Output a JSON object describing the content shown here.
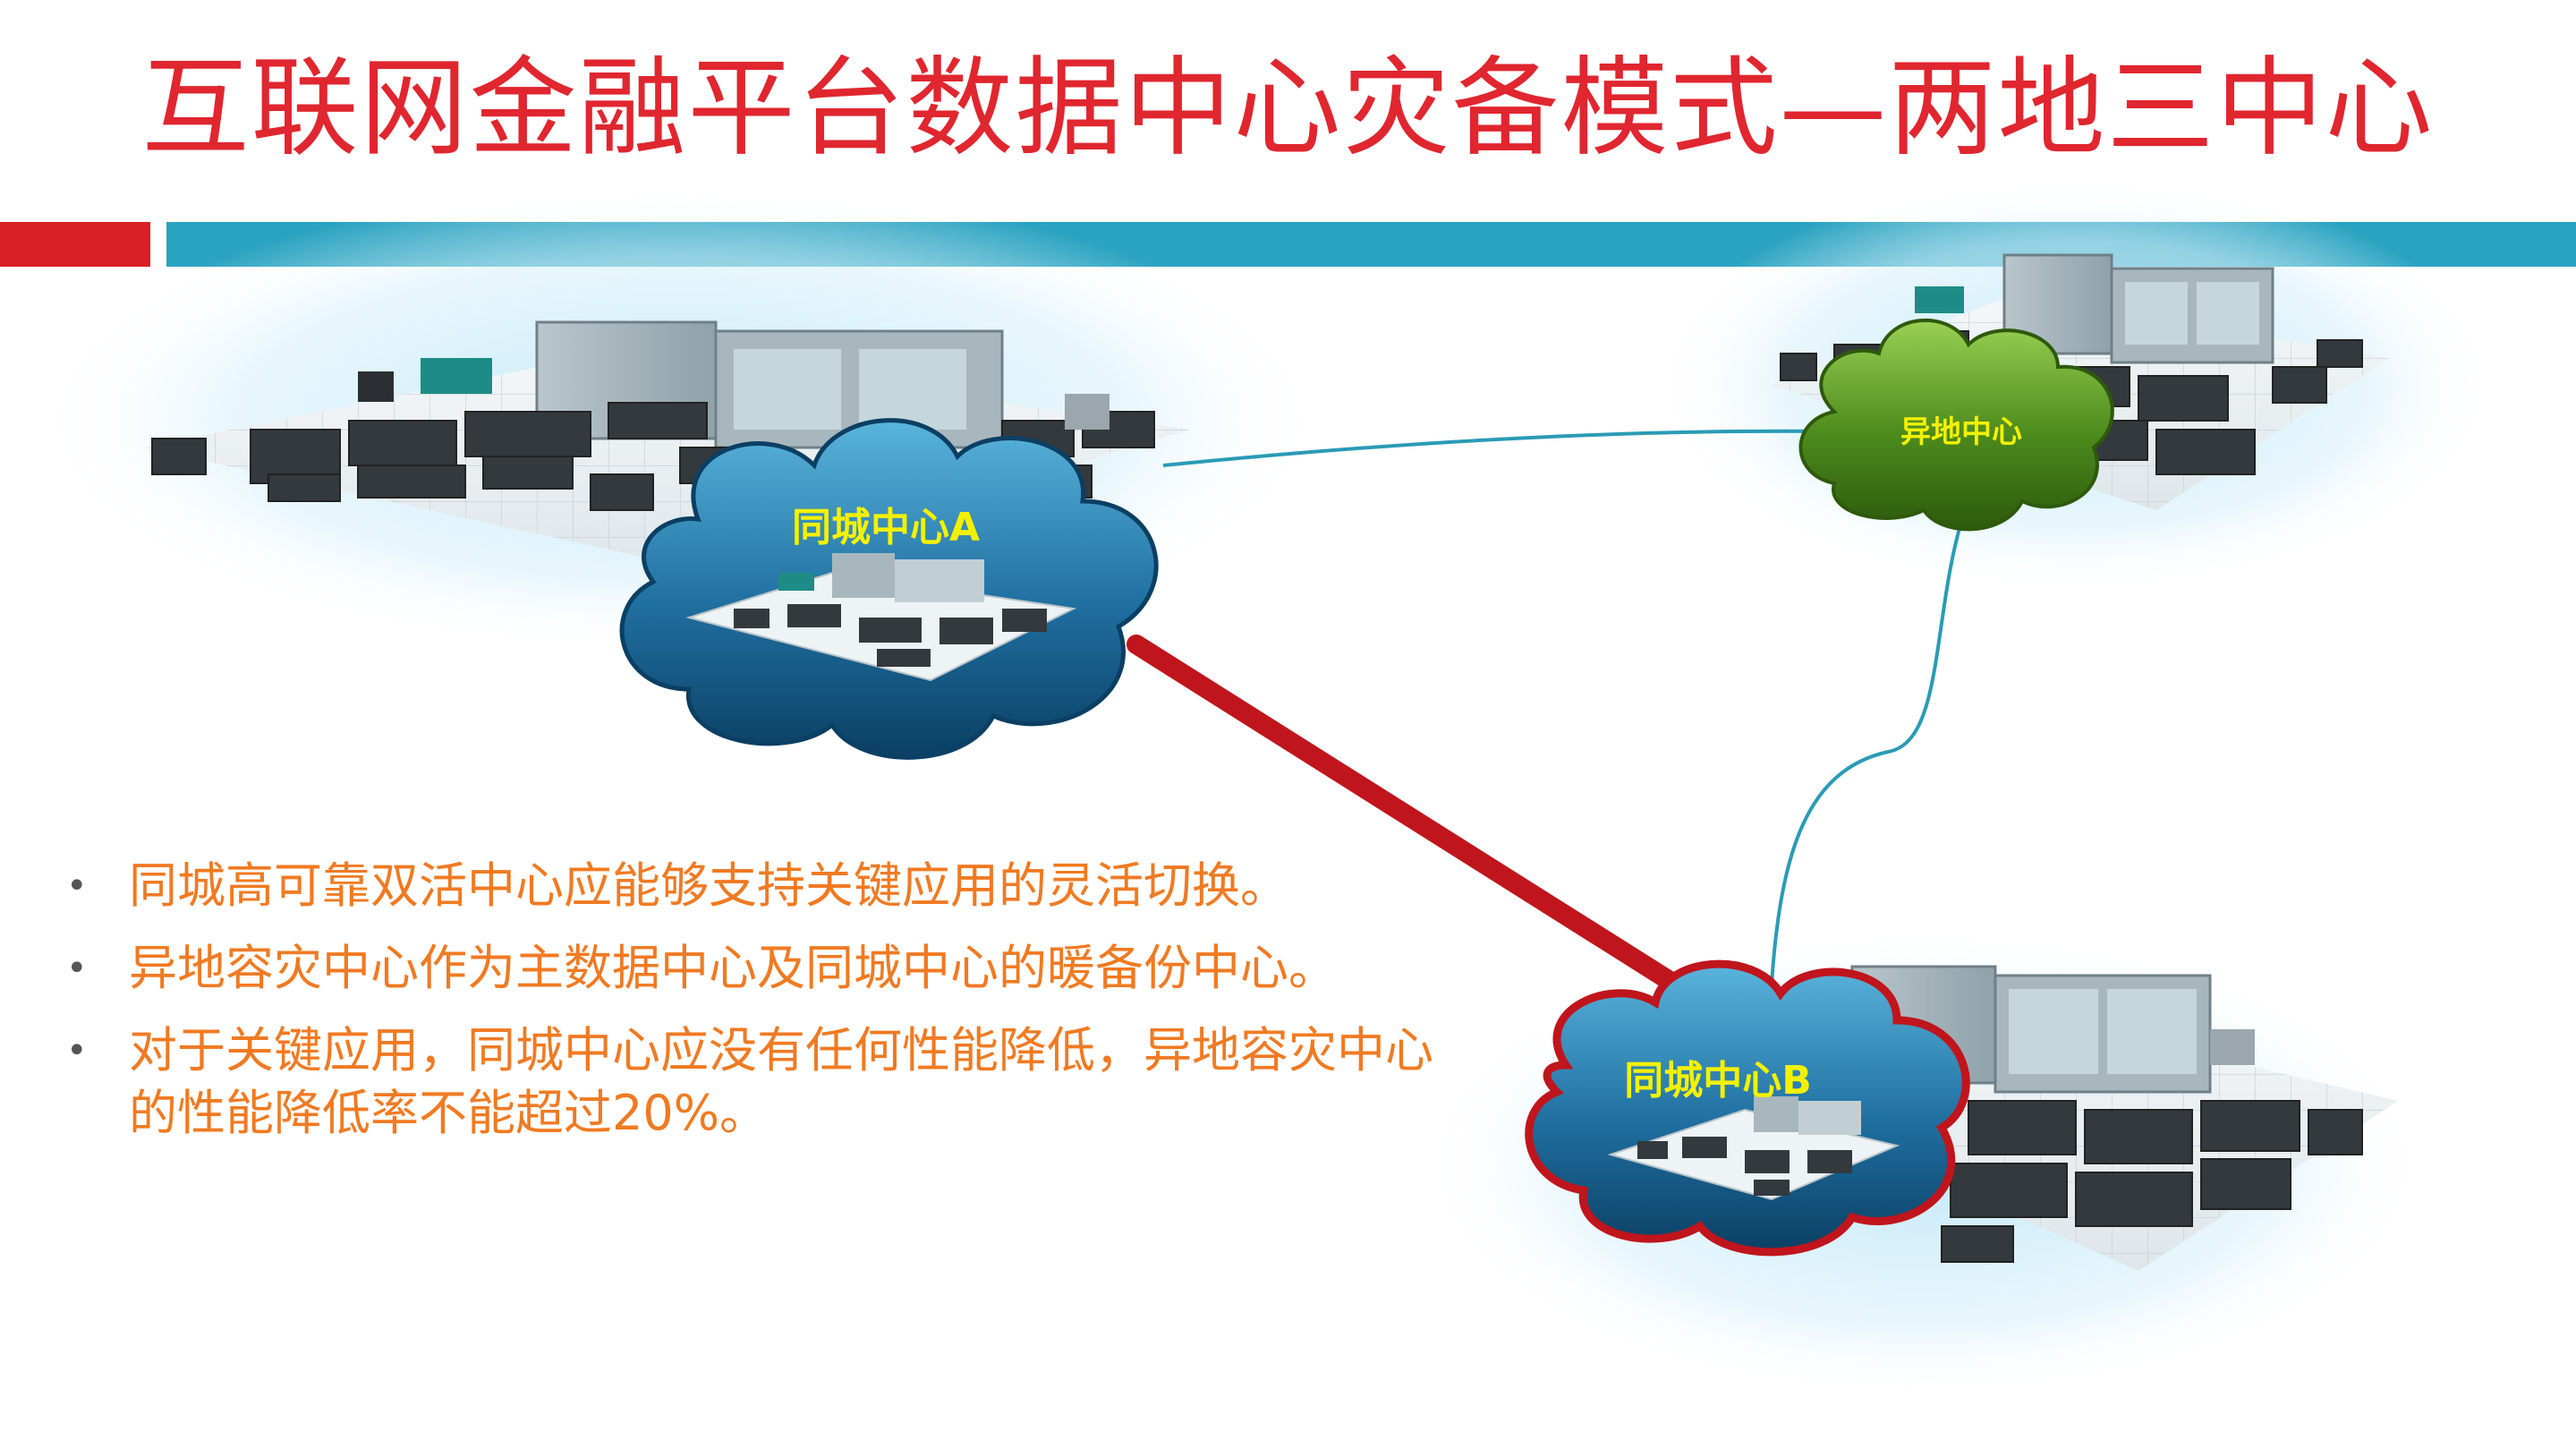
{
  "title": "互联网金融平台数据中心灾备模式—两地三中心",
  "colors": {
    "title": "#e0262f",
    "accent_red": "#d92027",
    "accent_teal": "#2aa3c1",
    "bullet_text": "#f07a22",
    "cloud_blue": "#1f6fa0",
    "cloud_green": "#4c8a1c",
    "cloud_label": "#f4f100",
    "link_thin": "#2a9bb5",
    "link_thick": "#c0151c"
  },
  "nodes": {
    "center_a": {
      "label": "同城中心A",
      "icon": "data-center-cloud"
    },
    "center_b": {
      "label": "同城中心B",
      "icon": "data-center-cloud"
    },
    "remote": {
      "label": "异地中心",
      "icon": "data-center-cloud"
    }
  },
  "links": [
    {
      "from": "center_a",
      "to": "center_b",
      "style": "thick-red"
    },
    {
      "from": "center_a",
      "to": "remote",
      "style": "thin-teal"
    },
    {
      "from": "remote",
      "to": "center_b",
      "style": "thin-teal"
    }
  ],
  "bullets": [
    "同城高可靠双活中心应能够支持关键应用的灵活切换。",
    "异地容灾中心作为主数据中心及同城中心的暖备份中心。",
    "对于关键应用，同城中心应没有任何性能降低，异地容灾中心的性能降低率不能超过20%。"
  ]
}
